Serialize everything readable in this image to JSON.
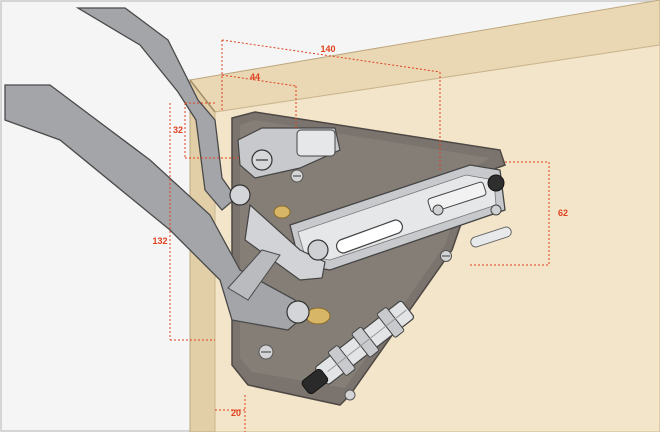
{
  "colors": {
    "frame_border": "#c9c9c9",
    "background": "#f5f5f5",
    "wood_front": "#f3e5c9",
    "wood_top": "#ead8b4",
    "wood_side": "#e3cfa7",
    "plate": "#7b746e",
    "metal": "#c7c9cc",
    "metal_light": "#e6e7e9",
    "dimension": "#e0411f"
  },
  "dimensions": {
    "d140": "140",
    "d44": "44",
    "d32": "32",
    "d132": "132",
    "d62": "62",
    "d20": "20"
  }
}
